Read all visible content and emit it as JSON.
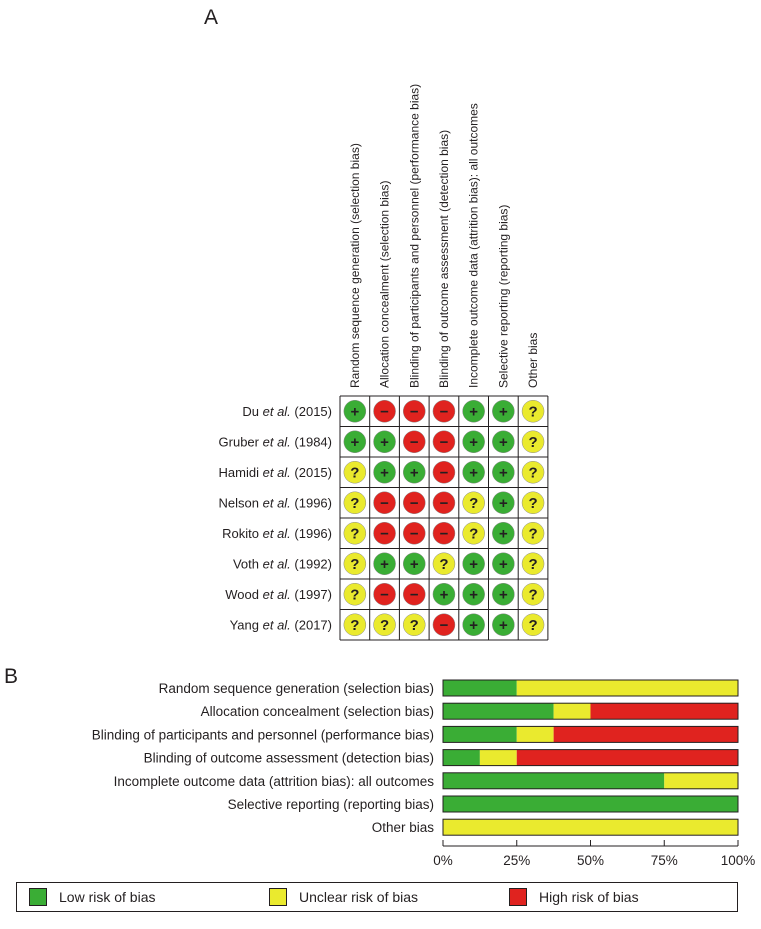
{
  "panels": {
    "a": "A",
    "b": "B"
  },
  "colors": {
    "low": "#3aad35",
    "unclear": "#eaea2e",
    "high": "#e0231f"
  },
  "symbols": {
    "low": "+",
    "unclear": "?",
    "high": "−"
  },
  "legend": {
    "low": "Low risk of bias",
    "unclear": "Unclear risk of bias",
    "high": "High risk of bias"
  },
  "chart_data": [
    {
      "type": "table",
      "columns": [
        "Random sequence generation (selection bias)",
        "Allocation concealment (selection bias)",
        "Blinding of participants and personnel (performance bias)",
        "Blinding of outcome assessment (detection bias)",
        "Incomplete outcome data (attrition bias): all outcomes",
        "Selective reporting (reporting bias)",
        "Other bias"
      ],
      "rows": [
        {
          "author": "Du ",
          "etal": "et al.",
          "year": " (2015)",
          "cells": [
            "low",
            "high",
            "high",
            "high",
            "low",
            "low",
            "unclear"
          ]
        },
        {
          "author": "Gruber ",
          "etal": "et al.",
          "year": " (1984)",
          "cells": [
            "low",
            "low",
            "high",
            "high",
            "low",
            "low",
            "unclear"
          ]
        },
        {
          "author": "Hamidi ",
          "etal": "et al.",
          "year": " (2015)",
          "cells": [
            "unclear",
            "low",
            "low",
            "high",
            "low",
            "low",
            "unclear"
          ]
        },
        {
          "author": "Nelson ",
          "etal": "et al.",
          "year": " (1996)",
          "cells": [
            "unclear",
            "high",
            "high",
            "high",
            "unclear",
            "low",
            "unclear"
          ]
        },
        {
          "author": "Rokito ",
          "etal": "et al.",
          "year": " (1996)",
          "cells": [
            "unclear",
            "high",
            "high",
            "high",
            "unclear",
            "low",
            "unclear"
          ]
        },
        {
          "author": "Voth ",
          "etal": "et al.",
          "year": " (1992)",
          "cells": [
            "unclear",
            "low",
            "low",
            "unclear",
            "low",
            "low",
            "unclear"
          ]
        },
        {
          "author": "Wood ",
          "etal": "et al.",
          "year": " (1997)",
          "cells": [
            "unclear",
            "high",
            "high",
            "low",
            "low",
            "low",
            "unclear"
          ]
        },
        {
          "author": "Yang ",
          "etal": "et al.",
          "year": " (2017)",
          "cells": [
            "unclear",
            "unclear",
            "unclear",
            "high",
            "low",
            "low",
            "unclear"
          ]
        }
      ]
    },
    {
      "type": "bar",
      "stacked": true,
      "orientation": "horizontal",
      "categories": [
        "Random sequence generation (selection bias)",
        "Allocation concealment (selection bias)",
        "Blinding of participants and personnel (performance bias)",
        "Blinding of outcome assessment (detection bias)",
        "Incomplete outcome data (attrition bias): all outcomes",
        "Selective reporting (reporting bias)",
        "Other bias"
      ],
      "series": [
        {
          "name": "Low risk of bias",
          "values": [
            25,
            37.5,
            25,
            12.5,
            75,
            100,
            0
          ]
        },
        {
          "name": "Unclear risk of bias",
          "values": [
            75,
            12.5,
            12.5,
            12.5,
            25,
            0,
            100
          ]
        },
        {
          "name": "High risk of bias",
          "values": [
            0,
            50,
            62.5,
            75,
            0,
            0,
            0
          ]
        }
      ],
      "xlim": [
        0,
        100
      ],
      "xticks": [
        "0%",
        "25%",
        "50%",
        "75%",
        "100%"
      ]
    }
  ]
}
